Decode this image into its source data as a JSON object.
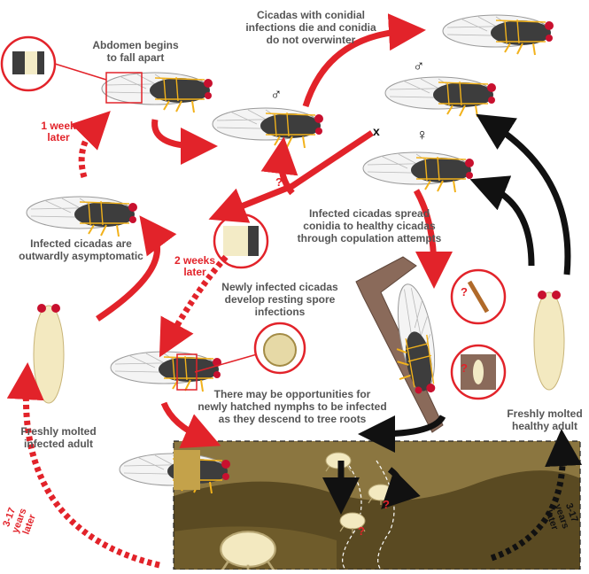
{
  "labels": {
    "abdomen": "Abdomen begins\nto fall apart",
    "conidial": "Cicadas with conidial\ninfections die and conidia\ndo not overwinter",
    "spread": "Infected cicadas spread\nconidia to healthy cicadas\nthrough copulation attempts",
    "newly_infected": "Newly infected cicadas\ndevelop resting spore\ninfections",
    "asymptomatic": "Infected cicadas are\noutwardly asymptomatic",
    "nymph_opportunity": "There may be opportunities for\nnewly hatched nymphs to be infected\nas they descend to tree roots",
    "infected_adult": "Freshly molted\ninfected adult",
    "healthy_adult": "Freshly molted\nhealthy adult"
  },
  "time_labels": {
    "one_week": "1 week\nlater",
    "two_weeks": "2 weeks\nlater",
    "years_left": "3-17\nyears\nlater",
    "years_right": "3-17\nyears\nlater"
  },
  "symbols": {
    "male_1": "♂",
    "male_2": "♂",
    "cross": "x",
    "female": "♀",
    "question": "?"
  },
  "colors": {
    "infection_arrow": "#e2232a",
    "healthy_arrow": "#111111",
    "label_text": "#555555",
    "cicada_body": "#3d3d3d",
    "cicada_vein": "#f2b21b",
    "cicada_eye": "#c8102e",
    "spore_fill": "#f3ebc6",
    "soil_dark": "#5a4a22",
    "soil_light": "#8b7640",
    "nymph": "#f3e9c0"
  },
  "icons": {
    "magnifier": "zoom-inset-circle",
    "cicada": "cicada-illustration",
    "nymph": "cicada-nymph-illustration"
  }
}
